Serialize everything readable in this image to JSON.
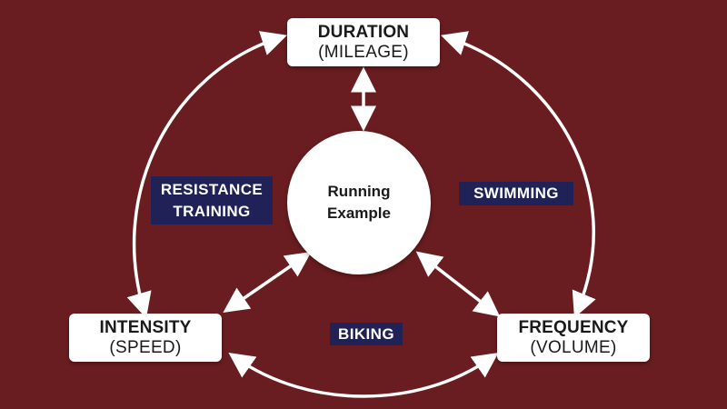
{
  "nodes": {
    "duration": {
      "title": "DURATION",
      "subtitle": "(MILEAGE)"
    },
    "intensity": {
      "title": "INTENSITY",
      "subtitle": "(SPEED)"
    },
    "frequency": {
      "title": "FREQUENCY",
      "subtitle": "(VOLUME)"
    }
  },
  "center": {
    "line1": "Running",
    "line2": "Example"
  },
  "tags": {
    "resistance": {
      "line1": "RESISTANCE",
      "line2": "TRAINING"
    },
    "swimming": "SWIMMING",
    "biking": "BIKING"
  },
  "colors": {
    "background": "#6a1d20",
    "node_fill": "#ffffff",
    "tag_fill": "#1f2157",
    "arrow": "#ffffff"
  }
}
